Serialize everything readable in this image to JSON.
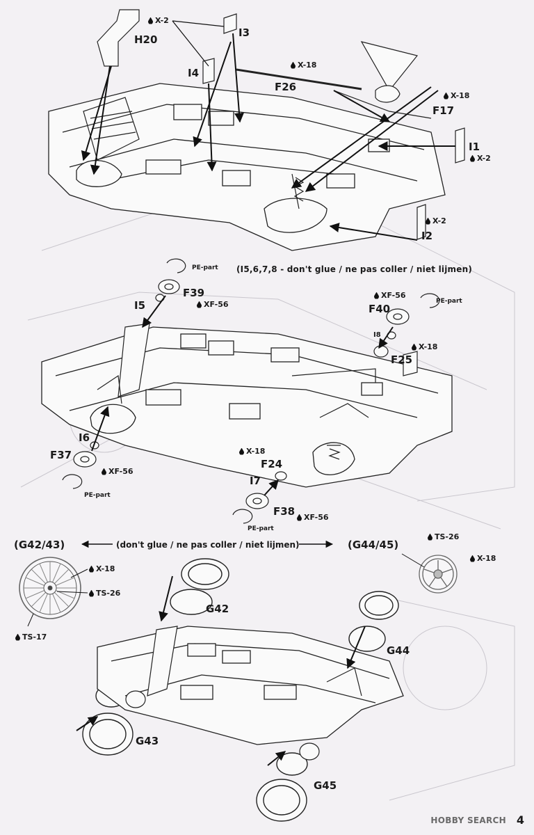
{
  "labels": {
    "h20": "H20",
    "i3": "I3",
    "i4": "I4",
    "f26": "F26",
    "f17": "F17",
    "i1": "I1",
    "i2": "I2",
    "f39": "F39",
    "i5": "I5",
    "f40": "F40",
    "i8": "I8",
    "f25": "F25",
    "i6": "I6",
    "f37": "F37",
    "f24": "F24",
    "i7": "I7",
    "f38": "F38",
    "g42": "G42",
    "g44": "G44",
    "g43": "G43",
    "g45": "G45"
  },
  "paints": {
    "x2": "X-2",
    "x18": "X-18",
    "xf56": "XF-56",
    "ts26": "TS-26",
    "ts17": "TS-17"
  },
  "pe_part": "PE-part",
  "notes": {
    "step2_note": "(I5,6,7,8 - don't glue / ne pas coller / niet lijmen)",
    "step3_left": "(G42/43)",
    "step3_mid": "(don't glue / ne pas coller / niet lijmen)",
    "step3_right": "(G44/45)"
  },
  "page_number": "4",
  "watermark": "HOBBY SEARCH"
}
